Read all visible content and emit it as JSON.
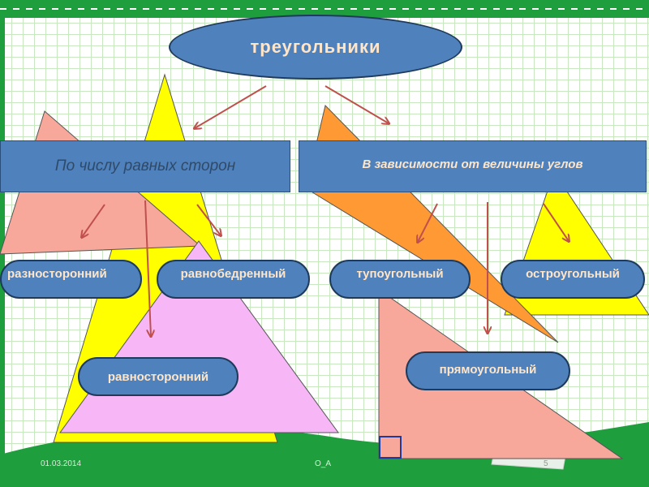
{
  "title": "треугольники",
  "categories": {
    "by_sides": "По числу равных сторон",
    "by_angles": "В зависимости от величины углов"
  },
  "types": {
    "scalene": "разносторонний",
    "isosceles": "равнобедренный",
    "equilateral": "равносторонний",
    "obtuse": "тупоугольный",
    "acute": "остроугольный",
    "right": "прямоугольный"
  },
  "footer": {
    "date": "01.03.2014",
    "author": "О_А",
    "page": "5"
  },
  "colors": {
    "node_fill": "#4f81bd",
    "node_text": "#ffe6c8",
    "arrow": "#c0504d",
    "tri_pink": "#f8a89b",
    "tri_yellow": "#ffff00",
    "tri_orange": "#ff9933",
    "tri_lilac": "#f7b7f7"
  }
}
